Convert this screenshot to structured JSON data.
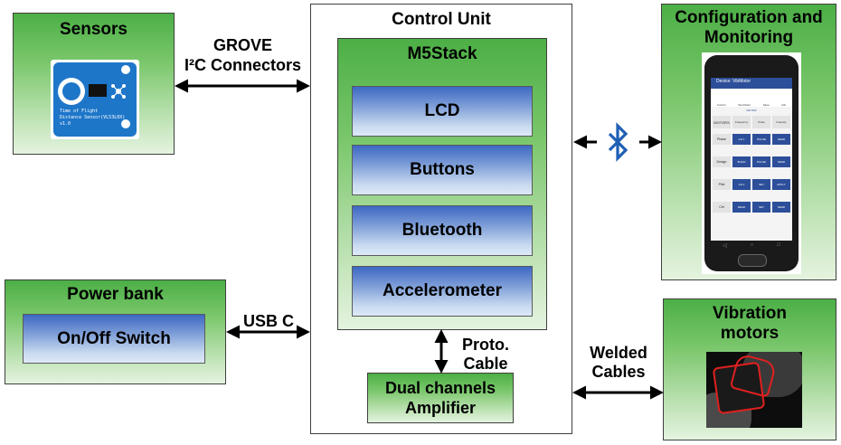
{
  "sensors": {
    "title": "Sensors",
    "board_text": [
      "Time of Flight",
      "Distance Sensor(VL53L0X)",
      "v1.0"
    ]
  },
  "grove_label": {
    "line1": "GROVE",
    "line2": "I²C Connectors"
  },
  "control_unit": {
    "title": "Control Unit"
  },
  "m5stack": {
    "title": "M5Stack",
    "modules": [
      "LCD",
      "Buttons",
      "Bluetooth",
      "Accelerometer"
    ]
  },
  "proto_cable": {
    "line1": "Proto.",
    "line2": "Cable"
  },
  "amplifier": {
    "line1": "Dual channels",
    "line2": "Amplifier"
  },
  "config": {
    "title_line1": "Configuration and",
    "title_line2": "Monitoring",
    "phone": {
      "header": "Device: VibMotor",
      "tabs": [
        "Control",
        "Test Motor",
        "Save",
        "Info"
      ],
      "section": "MOTOR",
      "col_headers": [
        "MOTORS",
        "Frequency",
        "Pulse",
        "Intensity"
      ],
      "rows": [
        {
          "label": "Phase",
          "values": [
            "CH 1",
            "PULSE",
            "SEND"
          ]
        },
        {
          "label": "Design",
          "values": [
            "BUILD",
            "PULSE",
            "SEND"
          ]
        },
        {
          "label": "Pilot",
          "values": [
            "CH 1",
            "SET",
            "APPLY"
          ]
        },
        {
          "label": "Ctrl",
          "values": [
            "READ",
            "SET",
            "SEND"
          ]
        }
      ]
    }
  },
  "power_bank": {
    "title": "Power bank",
    "switch": "On/Off Switch"
  },
  "usb_label": "USB C",
  "welded_label": {
    "line1": "Welded",
    "line2": "Cables"
  },
  "vibration": {
    "title_line1": "Vibration",
    "title_line2": "motors"
  },
  "colors": {
    "green_top": "#4caf46",
    "green_bottom": "#e4f3df",
    "blue_top": "#3d68c3",
    "blue_bottom": "#dce9f7",
    "bluetooth": "#1f5fb5"
  }
}
